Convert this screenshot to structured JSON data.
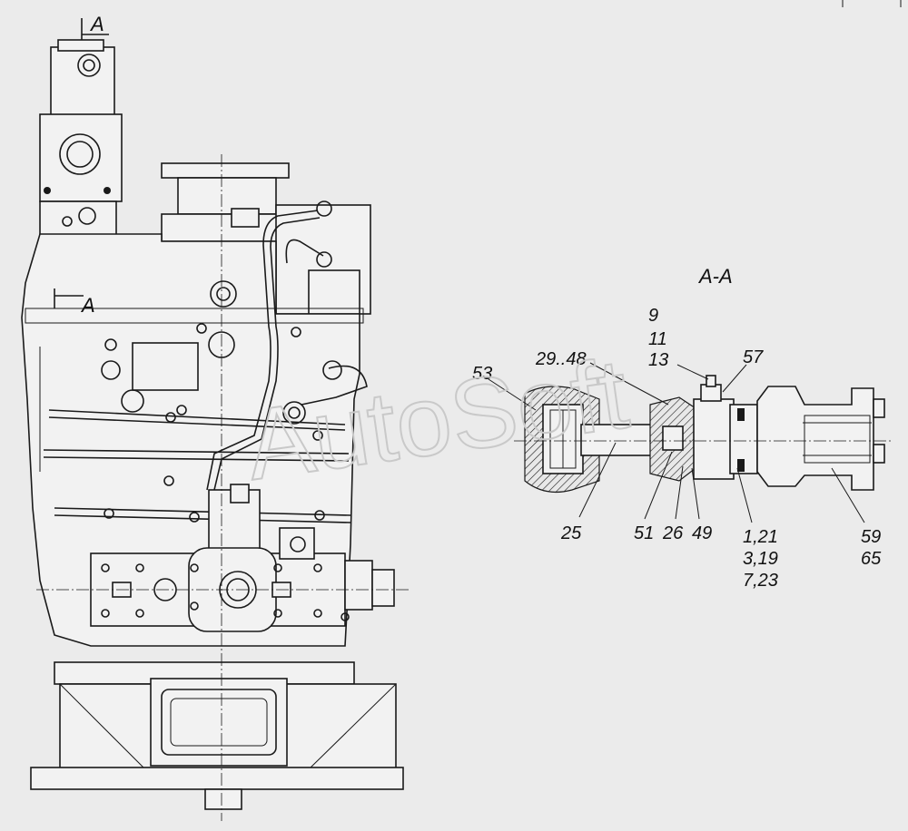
{
  "section_marks": {
    "top": "A",
    "side": "A"
  },
  "section_title": "А-А",
  "watermark": "AutoSoft",
  "callouts": {
    "c53": "53",
    "c29_48": "29..48",
    "c9": "9",
    "c11": "11",
    "c13": "13",
    "c57": "57",
    "c25": "25",
    "c51": "51",
    "c26": "26",
    "c49": "49",
    "c1_21": "1,21",
    "c3_19": "3,19",
    "c7_23": "7,23",
    "c59": "59",
    "c65": "65"
  }
}
